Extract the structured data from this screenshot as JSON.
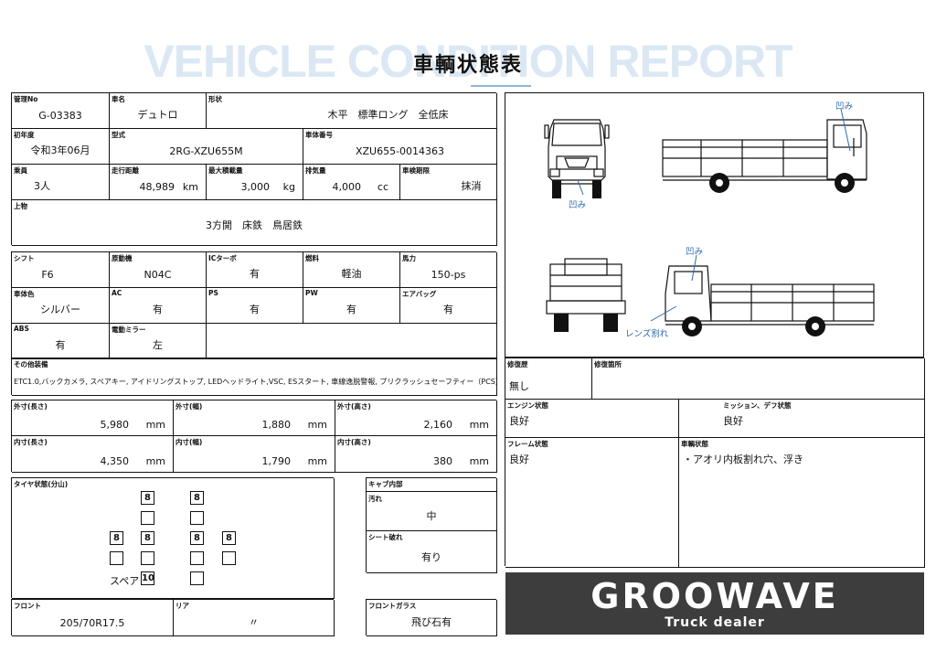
{
  "header": {
    "watermark": "VEHICLE CONDITION REPORT",
    "title": "車輌状態表"
  },
  "basic": {
    "mgmt_label": "管理No",
    "mgmt_value": "G-03383",
    "name_label": "車名",
    "name_value": "デュトロ",
    "shape_label": "形状",
    "shape_value": "木平　標準ロング　全低床",
    "first_reg_label": "初年度",
    "first_reg_value": "令和3年06月",
    "model_label": "型式",
    "model_value": "2RG-XZU655M",
    "chassis_label": "車体番号",
    "chassis_value": "XZU655-0014363",
    "capacity_label": "乗員",
    "capacity_value": "3人",
    "mileage_label": "走行距離",
    "mileage_value": "48,989",
    "mileage_unit": "km",
    "load_label": "最大積載量",
    "load_value": "3,000",
    "load_unit": "kg",
    "displacement_label": "排気量",
    "displacement_value": "4,000",
    "displacement_unit": "cc",
    "inspection_label": "車検期限",
    "inspection_value": "抹消",
    "body_label": "上物",
    "body_value": "3方開　床鉄　鳥居鉄"
  },
  "spec": {
    "shift_label": "シフト",
    "shift_value": "F6",
    "engine_label": "原動機",
    "engine_value": "N04C",
    "ic_label": "ICターボ",
    "ic_value": "有",
    "fuel_label": "燃料",
    "fuel_value": "軽油",
    "power_label": "馬力",
    "power_value": "150-ps",
    "color_label": "車体色",
    "color_value": "シルバー",
    "ac_label": "AC",
    "ac_value": "有",
    "ps_label": "PS",
    "ps_value": "有",
    "pw_label": "PW",
    "pw_value": "有",
    "airbag_label": "エアバッグ",
    "airbag_value": "有",
    "abs_label": "ABS",
    "abs_value": "有",
    "mirror_label": "電動ミラー",
    "mirror_value": "左"
  },
  "equipment": {
    "label": "その他装備",
    "value": "ETC1.0,バックカメラ, スペアキー, アイドリングストップ, LEDヘッドライト,VSC, ESスタート, 車線逸脱警報, プリクラッシュセーフティー（PCS）"
  },
  "dimensions": {
    "ext_length_label": "外寸(長さ)",
    "ext_length_value": "5,980",
    "ext_width_label": "外寸(幅)",
    "ext_width_value": "1,880",
    "ext_height_label": "外寸(高さ)",
    "ext_height_value": "2,160",
    "int_length_label": "内寸(長さ)",
    "int_length_value": "4,350",
    "int_width_label": "内寸(幅)",
    "int_width_value": "1,790",
    "int_height_label": "内寸(高さ)",
    "int_height_value": "380",
    "unit": "mm"
  },
  "tires": {
    "label": "タイヤ状態(分山)",
    "front_left": "8",
    "front_right": "8",
    "rear_outer_left": "8",
    "rear_inner_left": "8",
    "rear_inner_right": "8",
    "rear_outer_right": "8",
    "spare_label": "スペア",
    "spare_value": "10",
    "front_label": "フロント",
    "front_size": "205/70R17.5",
    "rear_label": "リア",
    "rear_size": "〃"
  },
  "cab": {
    "label": "キャブ内部",
    "dirt_label": "汚れ",
    "dirt_value": "中",
    "seat_label": "シート破れ",
    "seat_value": "有り",
    "glass_label": "フロントガラス",
    "glass_value": "飛び石有"
  },
  "condition": {
    "repair_label": "修復歴",
    "repair_value": "無し",
    "repair_place_label": "修復箇所",
    "repair_place_value": "",
    "engine_label": "エンジン状態",
    "engine_value": "良好",
    "mission_label": "ミッション、デフ状態",
    "mission_value": "良好",
    "frame_label": "フレーム状態",
    "frame_value": "良好",
    "body_label": "車輌状態",
    "body_value": "・アオリ内板割れ穴、浮き"
  },
  "diagram": {
    "dent_front": "凹み",
    "dent_side_top": "凹み",
    "dent_side2_top": "凹み",
    "lens_crack": "レンズ割れ"
  },
  "logo": {
    "name": "GROOWAVE",
    "sub": "Truck dealer"
  }
}
